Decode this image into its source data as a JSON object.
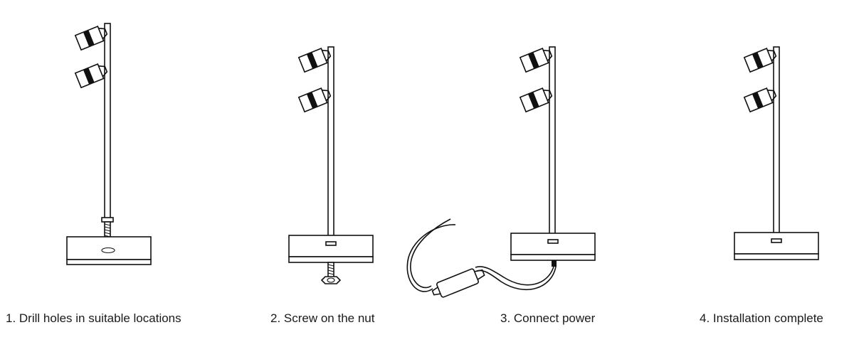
{
  "steps": [
    {
      "caption": "1. Drill holes in suitable locations"
    },
    {
      "caption": "2. Screw on the nut"
    },
    {
      "caption": "3. Connect power"
    },
    {
      "caption": "4. Installation complete"
    }
  ],
  "colors": {
    "line": "#111111",
    "background": "#ffffff"
  }
}
